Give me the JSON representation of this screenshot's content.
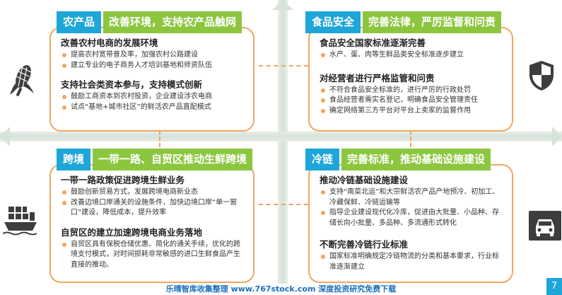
{
  "quadrants": {
    "top_left": {
      "tag": "农产品",
      "title": "改善环境，支持农产品触网",
      "sections": [
        {
          "heading": "改善农村电商的发展环境",
          "bullets": [
            "提高农村宽带普及率，加强农村公路建设",
            "建立专业的电子商务人才培训基地和师资队伍"
          ]
        },
        {
          "heading": "支持社会类资本参与，支持模式创新",
          "bullets": [
            "鼓励工商资本到农村投资，企业建设涉农电商",
            "试点“基地+城市社区”的鲜活农产品直配模式"
          ]
        }
      ]
    },
    "top_right": {
      "tag": "食品安全",
      "title": "完善法律，严厉监督和问责",
      "sections": [
        {
          "heading": "食品安全国家标准逐渐完善",
          "bullets": [
            "水产、蛋、肉等生鲜品类安全标准逐步建立"
          ]
        },
        {
          "heading": "对经营者进行严格监管和问责",
          "bullets": [
            "不符合食品安全标准的，进行严厉的行政处罚",
            "食品经营者需实名登记，明确食品安全管理责任",
            "确定网络第三方平台对平台上卖家的监督作用"
          ]
        }
      ]
    },
    "bottom_left": {
      "tag": "跨境",
      "title": "一带一路、自贸区推动生鲜跨境",
      "sections": [
        {
          "heading": "一带一路政策促进跨境生鲜业务",
          "bullets": [
            "鼓励创新贸易方式，发展跨境电商新业态",
            "改善边境口岸通关的设施条件，加快边境口岸“单一窗口”建设，降低成本，提升效率"
          ]
        },
        {
          "heading": "自贸区的建立加速跨境电商业务落地",
          "bullets": [
            "自贸区具有保税仓储优惠、简化的通关手续，优化的跨境支付模式，对时间损耗非常敏感的进口生鲜食品产生直接的推动。"
          ]
        }
      ]
    },
    "bottom_right": {
      "tag": "冷链",
      "title": "完善标准，推动基础设施建设",
      "sections": [
        {
          "heading": "推动冷链基础设施建设",
          "bullets": [
            "支持“南菜北运”和大宗鲜活农产品产地预冷、初加工、冷藏保鲜、冷链运输等",
            "指导企业建设现代化冷库，促进由大批量、小品种、存储长向小批量、多品种、多流通形式转化"
          ]
        },
        {
          "heading": "不断完善冷链行业标准",
          "bullets": [
            "国家标准明确规定冷链物流的分类和基本要求，行业标准逐渐建立"
          ]
        }
      ]
    }
  },
  "icons": [
    "corn-icon",
    "shield-icon",
    "cargo-ship-icon",
    "truck-icon"
  ],
  "footer": "乐晴智库收集整理 www.767stock.com 深度投资研究免费下载",
  "page_number": "7",
  "colors": {
    "tag_blue": "#1ea6d9",
    "title_green": "#8cc63f",
    "border_orange": "#f2a65e",
    "footer_blue": "#1c6fbf"
  }
}
